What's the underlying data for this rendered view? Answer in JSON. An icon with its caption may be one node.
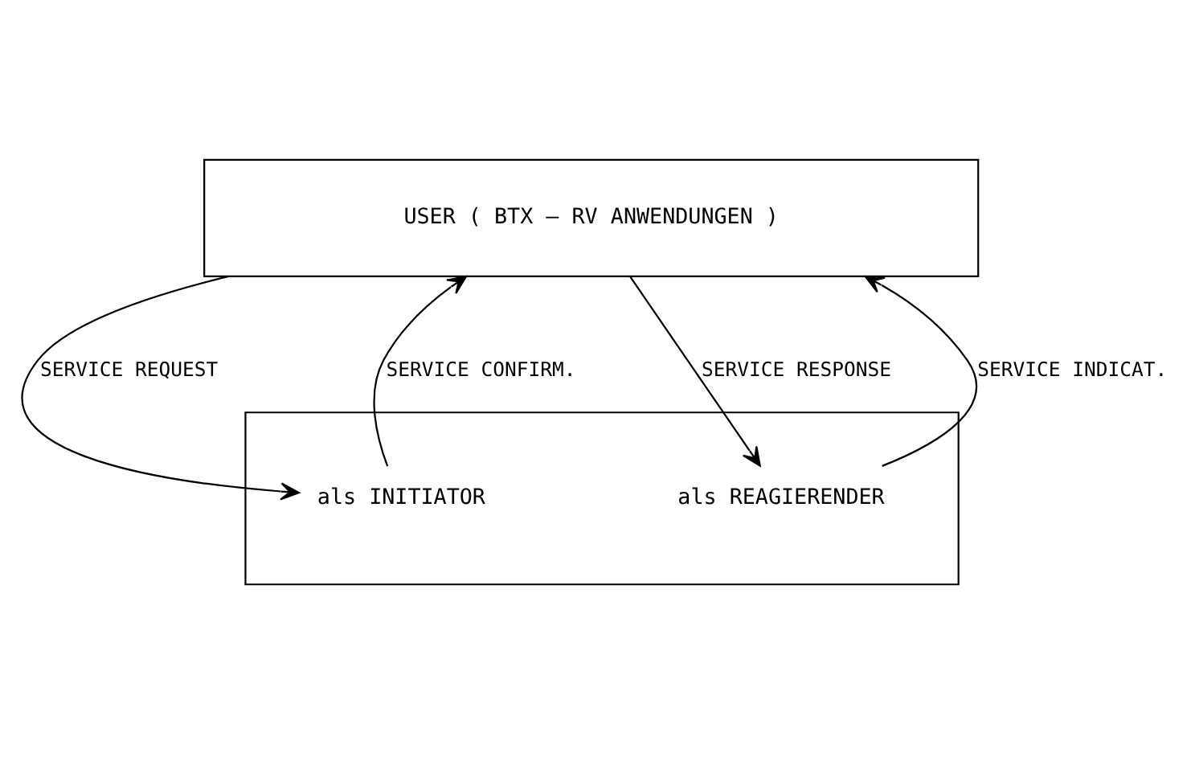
{
  "diagram": {
    "nodes": [
      {
        "text": [
          "USER ( BTX – RV ANWENDUNGEN )"
        ]
      },
      {
        "text": [],
        "shape": "box"
      },
      {
        "text": [
          "als INITIATOR"
        ],
        "in": 1
      },
      {
        "text": [
          "als REAGIERENDER"
        ],
        "in": 1
      }
    ],
    "edges": [
      {
        "from": 0,
        "to": 2,
        "arrow": "to",
        "label": "SERVICE REQUEST"
      },
      {
        "from": 2,
        "to": 0,
        "arrow": "to",
        "label": "SERVICE CONFIRM."
      },
      {
        "from": 3,
        "to": 0,
        "arrow": "to",
        "label": "SERVICE INDICAT."
      },
      {
        "from": 0,
        "to": 3,
        "arrow": "to",
        "label": "SERVICE RESPONSE"
      }
    ]
  }
}
